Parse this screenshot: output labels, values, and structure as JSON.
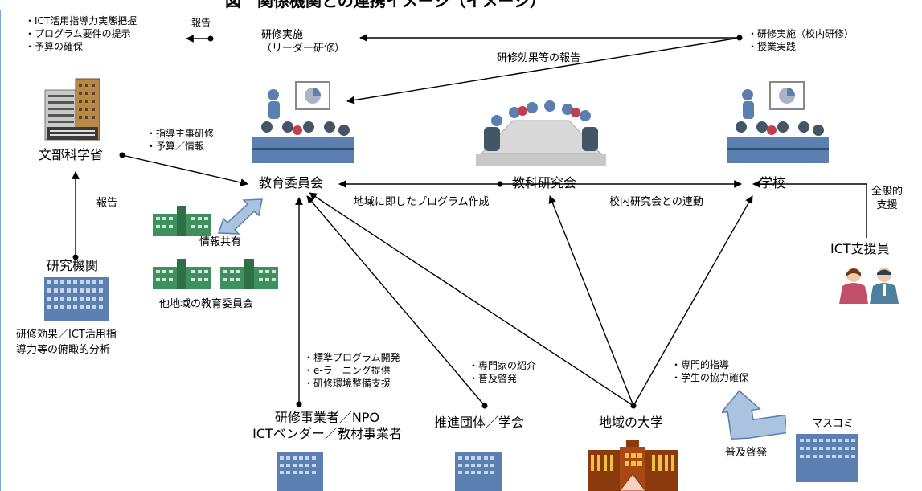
{
  "title": "図　関係機関との連携イメージ（イメージ）",
  "nodes": {
    "mext": "文部科学省",
    "research_institute": "研究機関",
    "board": "教育委員会",
    "subject_council": "教科研究会",
    "school": "学校",
    "ict_supporter": "ICT支援員",
    "other_boards": "他地域の教育委員会",
    "vendor_line1": "研修事業者／NPO",
    "vendor_line2": "ICTベンダー／教材事業者",
    "promotion_org": "推進団体／学会",
    "university": "地域の大学",
    "mass_media": "マスコミ"
  },
  "notes": {
    "mext_tasks": [
      "・ICT活用指導力実態把握",
      "・プログラム要件の提示",
      "・予算の確保"
    ],
    "mext_report": "報告",
    "training_leader": [
      "研修実施",
      "（リーダー研修）"
    ],
    "school_tasks": [
      "・研修実施（校内研修）",
      "・授業実践"
    ],
    "effect_report": "研修効果等の報告",
    "mext_to_board": [
      "・指導主事研修",
      "・予算／情報"
    ],
    "research_report": "報告",
    "info_share": "情報共有",
    "regional_program": "地域に即したプログラム作成",
    "school_linkage": "校内研究会との連動",
    "ict_support": [
      "全般的",
      "支援"
    ],
    "research_analysis": [
      "研修効果／ICT活用指",
      "導力等の俯瞰的分析"
    ],
    "vendor_tasks": [
      "・標準プログラム開発",
      "・e-ラーニング提供",
      "・研修環境整備支援"
    ],
    "promotion_tasks": [
      "・専門家の紹介",
      "・普及啓発"
    ],
    "university_tasks": [
      "・専門的指導",
      "・学生の協力確保"
    ],
    "media_promo": "普及啓発"
  },
  "icons": {
    "mext_building": "office-tower-icon",
    "training_room": "presentation-room-icon",
    "meeting_room": "conference-table-icon",
    "school_building": "school-building-icon",
    "office_building": "office-building-icon",
    "university_building": "university-building-icon",
    "supporters": "supporter-people-icon",
    "two_way_arrow": "double-arrow-icon",
    "outreach_arrow": "outreach-arrow-icon"
  },
  "colors": {
    "line": "#000000",
    "frame": "#7aa6d6",
    "building_blue": "#5b7fb0",
    "school_green": "#3f8f5f",
    "arrow_fill": "#a9c3e0",
    "arrow_stroke": "#5b7fb0",
    "tower_tan": "#b88a4a",
    "university_brown": "#8b3a0e",
    "university_gold": "#f0c040"
  }
}
